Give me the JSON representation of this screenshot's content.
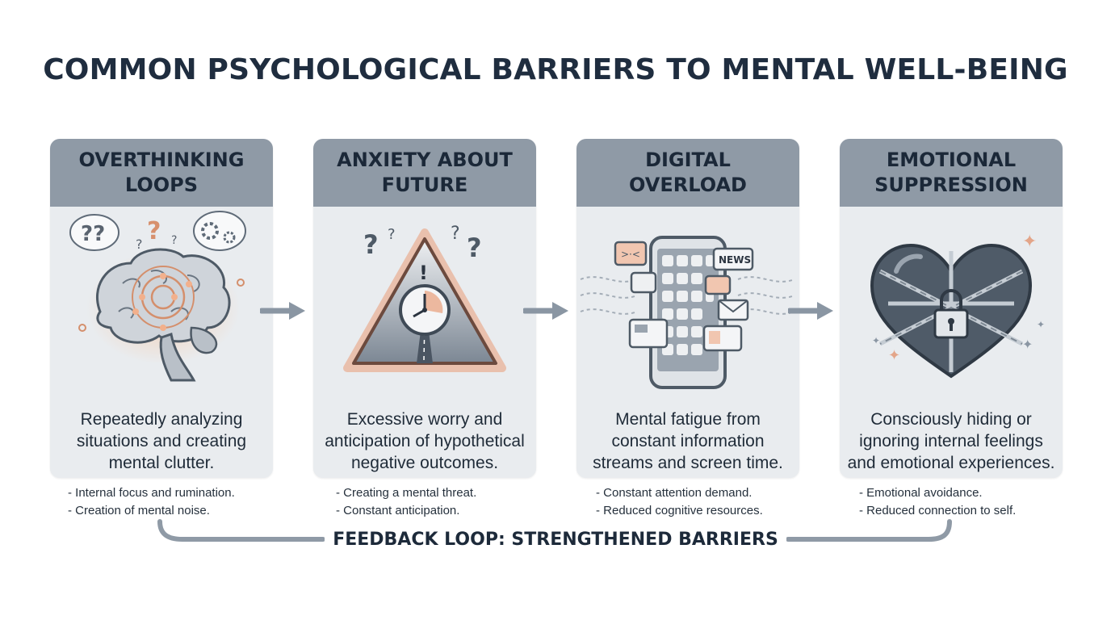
{
  "title": "COMMON PSYCHOLOGICAL BARRIERS TO MENTAL WELL-BEING",
  "cards": [
    {
      "heading": "OVERTHINKING\nLOOPS",
      "icon": "brain-icon",
      "description": "Repeatedly analyzing\nsituations and creating\nmental clutter.",
      "bullets": [
        "- Internal focus and rumination.",
        "- Creation of mental noise."
      ]
    },
    {
      "heading": "ANXIETY ABOUT\nFUTURE",
      "icon": "warning-clock-icon",
      "description": "Excessive worry and\nanticipation of hypothetical\nnegative outcomes.",
      "bullets": [
        "- Creating a mental threat.",
        "- Constant anticipation."
      ]
    },
    {
      "heading": "DIGITAL\nOVERLOAD",
      "icon": "smartphone-icon",
      "badge": "NEWS",
      "description": "Mental fatigue from\nconstant information\nstreams and screen time.",
      "bullets": [
        "- Constant attention demand.",
        "- Reduced cognitive resources."
      ]
    },
    {
      "heading": "EMOTIONAL\nSUPPRESSION",
      "icon": "chained-heart-icon",
      "description": "Consciously hiding or\nignoring internal feelings\nand emotional experiences.",
      "bullets": [
        "- Emotional avoidance.",
        "- Reduced connection to self."
      ]
    }
  ],
  "feedback_loop": {
    "label": "FEEDBACK LOOP: STRENGTHENED BARRIERS"
  },
  "colors": {
    "card_header": "#8f9aa6",
    "card_body": "#e9ecef",
    "title": "#1f2d3f",
    "accent_glow": "#e8a27e",
    "arrow": "#8a96a3"
  }
}
